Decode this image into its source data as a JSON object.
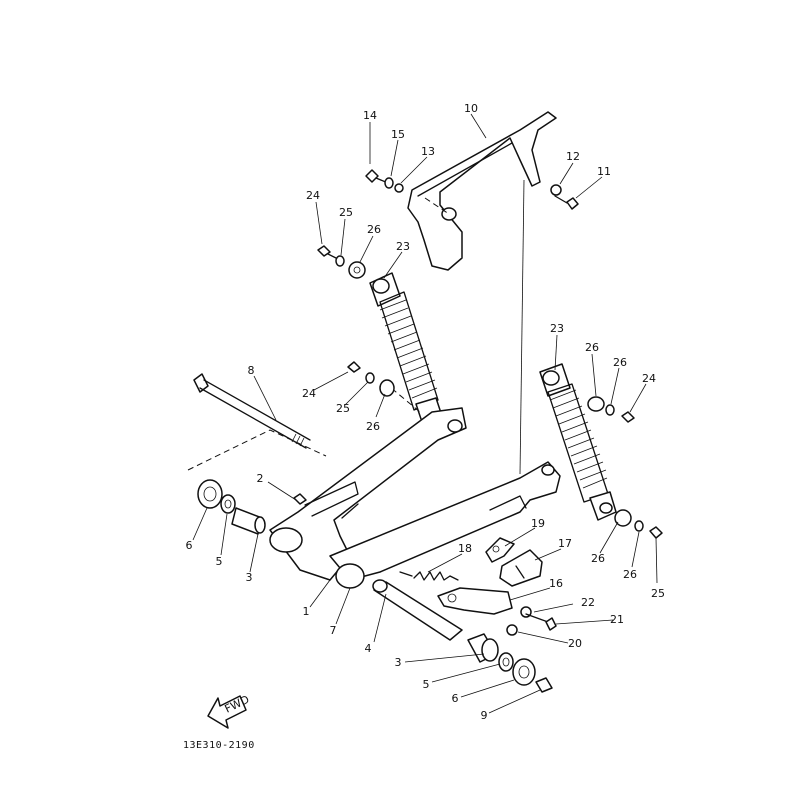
{
  "diagram_code": "13E310-2190",
  "fwd_label": "FWD",
  "callouts": [
    {
      "id": "c1",
      "text": "1"
    },
    {
      "id": "c2",
      "text": "2"
    },
    {
      "id": "c3a",
      "text": "3"
    },
    {
      "id": "c3b",
      "text": "3"
    },
    {
      "id": "c4",
      "text": "4"
    },
    {
      "id": "c5a",
      "text": "5"
    },
    {
      "id": "c5b",
      "text": "5"
    },
    {
      "id": "c6a",
      "text": "6"
    },
    {
      "id": "c6b",
      "text": "6"
    },
    {
      "id": "c7",
      "text": "7"
    },
    {
      "id": "c8",
      "text": "8"
    },
    {
      "id": "c9",
      "text": "9"
    },
    {
      "id": "c10",
      "text": "10"
    },
    {
      "id": "c11",
      "text": "11"
    },
    {
      "id": "c12",
      "text": "12"
    },
    {
      "id": "c13",
      "text": "13"
    },
    {
      "id": "c14",
      "text": "14"
    },
    {
      "id": "c15",
      "text": "15"
    },
    {
      "id": "c16",
      "text": "16"
    },
    {
      "id": "c17",
      "text": "17"
    },
    {
      "id": "c18",
      "text": "18"
    },
    {
      "id": "c19",
      "text": "19"
    },
    {
      "id": "c20",
      "text": "20"
    },
    {
      "id": "c21",
      "text": "21"
    },
    {
      "id": "c22",
      "text": "22"
    },
    {
      "id": "c23a",
      "text": "23"
    },
    {
      "id": "c23b",
      "text": "23"
    },
    {
      "id": "c24a",
      "text": "24"
    },
    {
      "id": "c24b",
      "text": "24"
    },
    {
      "id": "c24c",
      "text": "24"
    },
    {
      "id": "c25a",
      "text": "25"
    },
    {
      "id": "c25b",
      "text": "25"
    },
    {
      "id": "c25c",
      "text": "25"
    },
    {
      "id": "c26a",
      "text": "26"
    },
    {
      "id": "c26b",
      "text": "26"
    },
    {
      "id": "c26c",
      "text": "26"
    }
  ]
}
